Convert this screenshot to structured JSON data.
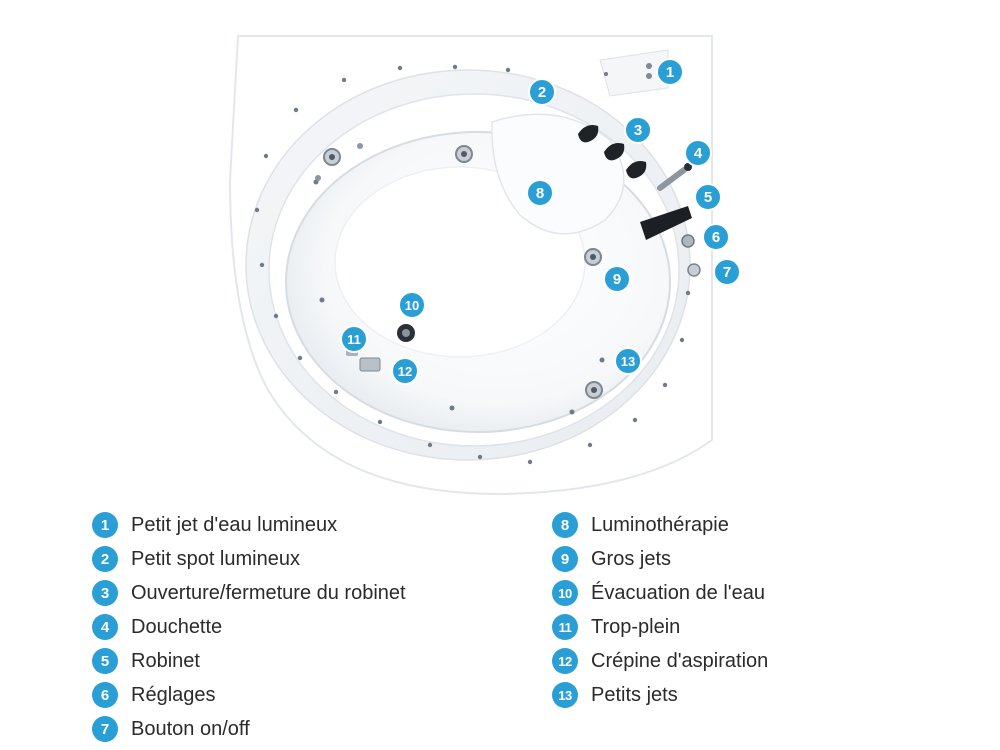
{
  "colors": {
    "badge": "#2a9fd6",
    "tub_shadow": "#d8dde2"
  },
  "markers": [
    {
      "num": "1",
      "icon": "number-badge"
    },
    {
      "num": "2",
      "icon": "number-badge"
    },
    {
      "num": "3",
      "icon": "number-badge"
    },
    {
      "num": "4",
      "icon": "number-badge"
    },
    {
      "num": "5",
      "icon": "number-badge"
    },
    {
      "num": "6",
      "icon": "number-badge"
    },
    {
      "num": "7",
      "icon": "number-badge"
    },
    {
      "num": "8",
      "icon": "number-badge"
    },
    {
      "num": "9",
      "icon": "number-badge"
    },
    {
      "num": "10",
      "icon": "number-badge"
    },
    {
      "num": "11",
      "icon": "number-badge"
    },
    {
      "num": "12",
      "icon": "number-badge"
    },
    {
      "num": "13",
      "icon": "number-badge"
    }
  ],
  "legend": {
    "left": [
      {
        "num": "1",
        "label": "Petit jet d'eau lumineux"
      },
      {
        "num": "2",
        "label": "Petit spot lumineux"
      },
      {
        "num": "3",
        "label": "Ouverture/fermeture du robinet"
      },
      {
        "num": "4",
        "label": "Douchette"
      },
      {
        "num": "5",
        "label": "Robinet"
      },
      {
        "num": "6",
        "label": "Réglages"
      },
      {
        "num": "7",
        "label": "Bouton on/off"
      }
    ],
    "right": [
      {
        "num": "8",
        "label": "Luminothérapie"
      },
      {
        "num": "9",
        "label": "Gros jets"
      },
      {
        "num": "10",
        "label": "Évacuation de l'eau"
      },
      {
        "num": "11",
        "label": "Trop-plein"
      },
      {
        "num": "12",
        "label": "Crépine d'aspiration"
      },
      {
        "num": "13",
        "label": "Petits jets"
      }
    ]
  }
}
